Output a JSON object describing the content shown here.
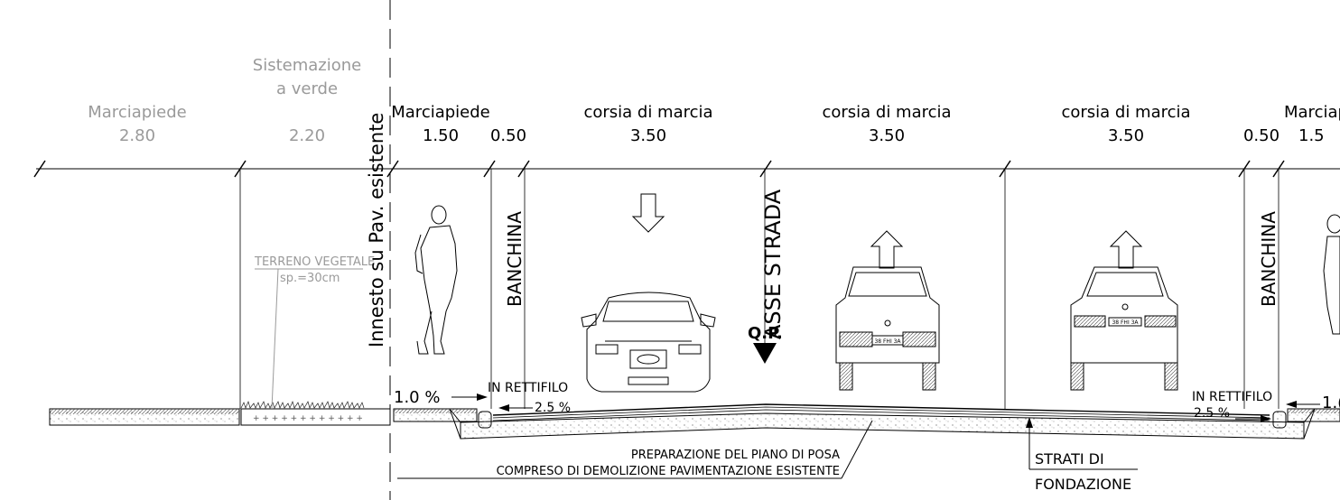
{
  "existing": {
    "sidewalk": {
      "label": "Marciapiede",
      "value": "2.80"
    },
    "green_strip": {
      "label_line1": "Sistemazione",
      "label_line2": "a verde",
      "value": "2.20"
    },
    "topsoil_note": {
      "line1": "TERRENO VEGETALE",
      "line2": "sp.=30cm"
    }
  },
  "joint_label": "Innesto su Pav. esistente",
  "sections": {
    "sidewalk_left": {
      "label": "Marciapiede",
      "value": "1.50"
    },
    "shoulder_left": {
      "value": "0.50",
      "name": "BANCHINA"
    },
    "lane_1": {
      "label": "corsia di marcia",
      "value": "3.50"
    },
    "lane_2": {
      "label": "corsia di marcia",
      "value": "3.50"
    },
    "lane_3": {
      "label": "corsia di marcia",
      "value": "3.50"
    },
    "shoulder_right": {
      "value": "0.50",
      "name": "BANCHINA"
    },
    "sidewalk_right": {
      "label": "Marciap",
      "value": "1.5"
    }
  },
  "axis_label": "ASSE STRADA",
  "qp_label": "Q.P.",
  "slopes": {
    "sidewalk_left": "1.0  %",
    "carriageway_left": {
      "line1": "IN  RETTIFILO",
      "line2": "2.5  %"
    },
    "carriageway_right": {
      "line1": "IN  RETTIFILO",
      "line2": "2.5  %"
    },
    "sidewalk_right": "1.("
  },
  "notes": {
    "preparation": {
      "line1": "PREPARAZIONE DEL PIANO DI POSA",
      "line2": "COMPRESO DI DEMOLIZIONE PAVIMENTAZIONE ESISTENTE"
    },
    "foundation": {
      "line1": "STRATI DI",
      "line2": "FONDAZIONE"
    }
  },
  "plates": {
    "car_2": "38 FHI 3A",
    "car_3": "38 FHI 3A"
  },
  "colors": {
    "line": "#000000",
    "existing": "#9a9a9a"
  }
}
